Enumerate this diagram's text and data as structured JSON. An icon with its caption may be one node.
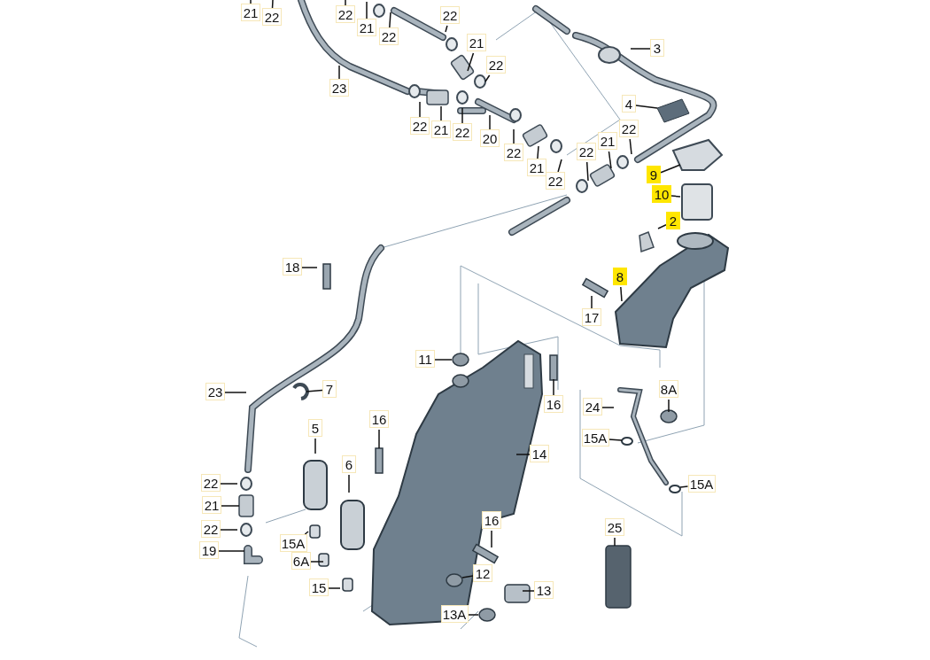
{
  "diagram": {
    "nodes": [
      {
        "text": [
          "21"
        ]
      },
      {
        "text": [
          "22"
        ]
      },
      {
        "text": [
          "22"
        ]
      },
      {
        "text": [
          "21"
        ]
      },
      {
        "text": [
          "22"
        ]
      },
      {
        "text": [
          "22"
        ]
      },
      {
        "text": [
          "21"
        ]
      },
      {
        "text": [
          "22"
        ]
      },
      {
        "text": [
          "3"
        ]
      },
      {
        "text": [
          "23"
        ]
      },
      {
        "text": [
          "4"
        ]
      },
      {
        "text": [
          "22"
        ]
      },
      {
        "text": [
          "21"
        ]
      },
      {
        "text": [
          "22"
        ]
      },
      {
        "text": [
          "20"
        ]
      },
      {
        "text": [
          "22"
        ]
      },
      {
        "text": [
          "21"
        ]
      },
      {
        "text": [
          "22"
        ]
      },
      {
        "text": [
          "22"
        ]
      },
      {
        "text": [
          "21"
        ]
      },
      {
        "text": [
          "22"
        ]
      },
      {
        "text": [
          "9"
        ]
      },
      {
        "text": [
          "10"
        ]
      },
      {
        "text": [
          "2"
        ]
      },
      {
        "text": [
          "18"
        ]
      },
      {
        "text": [
          "8"
        ]
      },
      {
        "text": [
          "17"
        ]
      },
      {
        "text": [
          "11"
        ]
      },
      {
        "text": [
          "23"
        ]
      },
      {
        "text": [
          "7"
        ]
      },
      {
        "text": [
          "16"
        ]
      },
      {
        "text": [
          "5"
        ]
      },
      {
        "text": [
          "24"
        ]
      },
      {
        "text": [
          "8A"
        ]
      },
      {
        "text": [
          "16"
        ]
      },
      {
        "text": [
          "6"
        ]
      },
      {
        "text": [
          "15A"
        ]
      },
      {
        "text": [
          "14"
        ]
      },
      {
        "text": [
          "22"
        ]
      },
      {
        "text": [
          "15A"
        ]
      },
      {
        "text": [
          "21"
        ]
      },
      {
        "text": [
          "22"
        ]
      },
      {
        "text": [
          "16"
        ]
      },
      {
        "text": [
          "15A"
        ]
      },
      {
        "text": [
          "25"
        ]
      },
      {
        "text": [
          "19"
        ]
      },
      {
        "text": [
          "6A"
        ]
      },
      {
        "text": [
          "12"
        ]
      },
      {
        "text": [
          "15"
        ]
      },
      {
        "text": [
          "13"
        ]
      },
      {
        "text": [
          "13A"
        ]
      }
    ],
    "edges": [
      {
        "from": 0,
        "to": null,
        "arrow": "none"
      },
      {
        "from": 1,
        "to": null,
        "arrow": "none"
      },
      {
        "from": 2,
        "to": null,
        "arrow": "none"
      },
      {
        "from": 3,
        "to": null,
        "arrow": "none"
      },
      {
        "from": 4,
        "to": null,
        "arrow": "none"
      },
      {
        "from": 5,
        "to": null,
        "arrow": "none"
      },
      {
        "from": 6,
        "to": null,
        "arrow": "none"
      },
      {
        "from": 7,
        "to": null,
        "arrow": "none"
      },
      {
        "from": 8,
        "to": null,
        "arrow": "none"
      },
      {
        "from": 9,
        "to": null,
        "arrow": "none"
      },
      {
        "from": 10,
        "to": null,
        "arrow": "none"
      },
      {
        "from": 11,
        "to": null,
        "arrow": "none"
      },
      {
        "from": 12,
        "to": null,
        "arrow": "none"
      },
      {
        "from": 13,
        "to": null,
        "arrow": "none"
      },
      {
        "from": 14,
        "to": null,
        "arrow": "none"
      },
      {
        "from": 15,
        "to": null,
        "arrow": "none"
      },
      {
        "from": 16,
        "to": null,
        "arrow": "none"
      },
      {
        "from": 17,
        "to": null,
        "arrow": "none"
      },
      {
        "from": 18,
        "to": null,
        "arrow": "none"
      },
      {
        "from": 19,
        "to": null,
        "arrow": "none"
      },
      {
        "from": 20,
        "to": null,
        "arrow": "none"
      },
      {
        "from": 21,
        "to": null,
        "arrow": "none"
      },
      {
        "from": 22,
        "to": null,
        "arrow": "none"
      },
      {
        "from": 23,
        "to": null,
        "arrow": "none"
      },
      {
        "from": 24,
        "to": null,
        "arrow": "none"
      },
      {
        "from": 25,
        "to": null,
        "arrow": "none"
      },
      {
        "from": 26,
        "to": null,
        "arrow": "none"
      },
      {
        "from": 27,
        "to": null,
        "arrow": "none"
      },
      {
        "from": 28,
        "to": null,
        "arrow": "none"
      },
      {
        "from": 29,
        "to": null,
        "arrow": "none"
      },
      {
        "from": 30,
        "to": null,
        "arrow": "none"
      },
      {
        "from": 31,
        "to": null,
        "arrow": "none"
      },
      {
        "from": 32,
        "to": null,
        "arrow": "none"
      },
      {
        "from": 33,
        "to": null,
        "arrow": "none"
      },
      {
        "from": 34,
        "to": null,
        "arrow": "none"
      },
      {
        "from": 35,
        "to": null,
        "arrow": "none"
      },
      {
        "from": 36,
        "to": null,
        "arrow": "none"
      },
      {
        "from": 37,
        "to": null,
        "arrow": "none"
      },
      {
        "from": 38,
        "to": null,
        "arrow": "none"
      },
      {
        "from": 39,
        "to": null,
        "arrow": "none"
      },
      {
        "from": 40,
        "to": null,
        "arrow": "none"
      },
      {
        "from": 41,
        "to": null,
        "arrow": "none"
      },
      {
        "from": 42,
        "to": null,
        "arrow": "none"
      },
      {
        "from": 43,
        "to": null,
        "arrow": "none"
      },
      {
        "from": 44,
        "to": null,
        "arrow": "none"
      },
      {
        "from": 45,
        "to": null,
        "arrow": "none"
      },
      {
        "from": 46,
        "to": null,
        "arrow": "none"
      },
      {
        "from": 47,
        "to": null,
        "arrow": "none"
      },
      {
        "from": 48,
        "to": null,
        "arrow": "none"
      },
      {
        "from": 49,
        "to": null,
        "arrow": "none"
      },
      {
        "from": 50,
        "to": null,
        "arrow": "none"
      }
    ]
  }
}
